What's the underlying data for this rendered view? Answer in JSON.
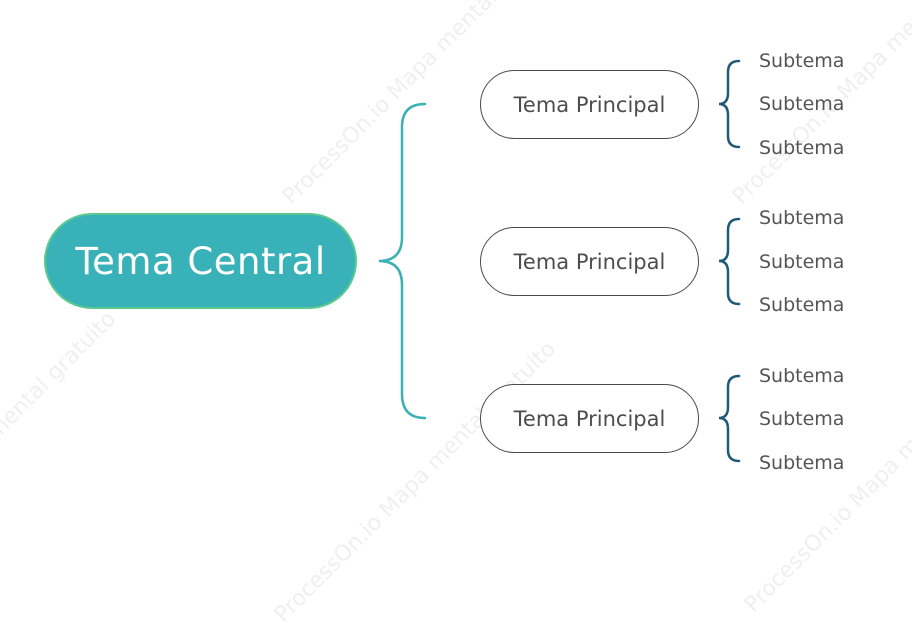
{
  "watermark": {
    "text": "ProcessOn.io Mapa mental gratuito"
  },
  "colors": {
    "central_fill": "#38b2b8",
    "central_border": "#5cc98e",
    "main_connector": "#3ab1b6",
    "sub_connector": "#1f5a7a",
    "topic_border": "#4a4a4a",
    "text_dark": "#4d4d4d"
  },
  "central_topic": {
    "label": "Tema Central"
  },
  "main_topics": [
    {
      "label": "Tema Principal",
      "subtopics": [
        "Subtema",
        "Subtema",
        "Subtema"
      ]
    },
    {
      "label": "Tema Principal",
      "subtopics": [
        "Subtema",
        "Subtema",
        "Subtema"
      ]
    },
    {
      "label": "Tema Principal",
      "subtopics": [
        "Subtema",
        "Subtema",
        "Subtema"
      ]
    }
  ]
}
